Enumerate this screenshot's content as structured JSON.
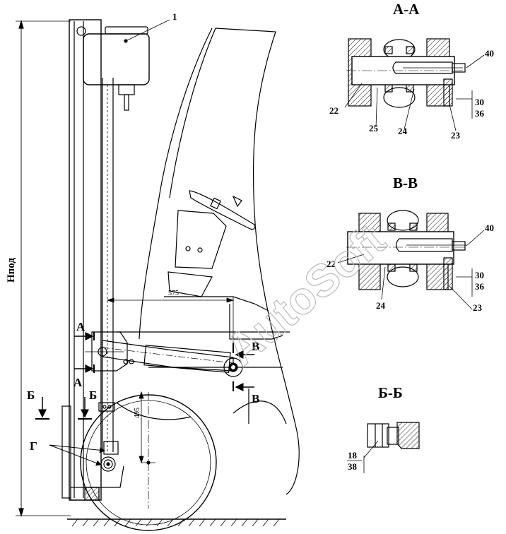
{
  "sections": {
    "aa": "А-А",
    "vv": "В-В",
    "bb": "Б-Б"
  },
  "cut_marks": {
    "a_top": "А",
    "a_bottom": "А",
    "b_left": "Б",
    "b_right": "Б",
    "v_top": "В",
    "v_bottom": "В",
    "g": "Г"
  },
  "dimensions": {
    "height": "Нпод",
    "width_575": "575",
    "height_495": "495"
  },
  "callouts": {
    "part_1": "1",
    "aa_40": "40",
    "aa_22": "22",
    "aa_25": "25",
    "aa_24": "24",
    "aa_23": "23",
    "aa_30": "30",
    "aa_36": "36",
    "vv_40": "40",
    "vv_22": "22",
    "vv_24": "24",
    "vv_23": "23",
    "vv_30": "30",
    "vv_36": "36",
    "bb_18": "18",
    "bb_38": "38"
  },
  "watermark": "AutoSoft",
  "colors": {
    "line": "#000000",
    "hatch": "#000000",
    "watermark": "#b8b8b8"
  }
}
